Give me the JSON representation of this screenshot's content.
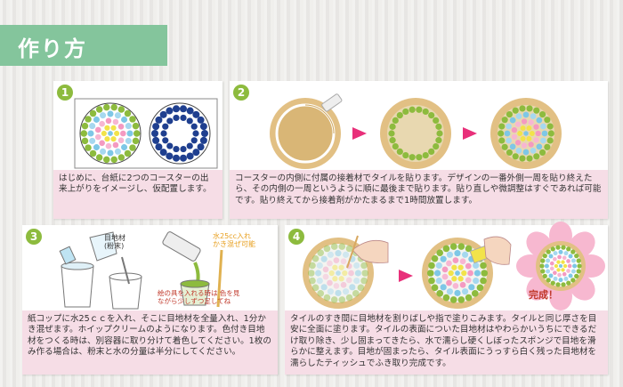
{
  "header": {
    "title": "作り方"
  },
  "steps": [
    {
      "number": "1",
      "text": "はじめに、台紙に2つのコースターの出来上がりをイメージし、仮配置します。"
    },
    {
      "number": "2",
      "text": "コースターの内側に付属の接着材でタイルを貼ります。デザインの一番外側一周を貼り終えたら、その内側の一周というように順に最後まで貼ります。貼り直しや微調整はすぐであれば可能です。貼り終えてから接着剤がかたまるまで1時間放置します。"
    },
    {
      "number": "3",
      "text": "紙コップに水25ｃｃを入れ、そこに目地材を全量入れ、1分かき混ぜます。ホイップクリームのようになります。色付き目地材をつくる時は、別容器に取り分けて着色してください。1枚のみ作る場合は、粉末と水の分量は半分にしてください。",
      "labels": {
        "powder": "目地材\n(粉末)",
        "water": "水25cc入れ\nかき混ぜ可能",
        "color": "絵の具を入れる時は\n色を見ながら少しずつ足してね"
      }
    },
    {
      "number": "4",
      "text": "タイルのすき間に目地材を割りばしや指で塗りこみます。タイルと同じ厚さを目安に全面に塗ります。タイルの表面についた目地材はやわらかいうちにできるだけ取り除き、少し固まってきたら、水で濡らし硬くしぼったスポンジで目地を滑らかに整えます。目地が固まったら、タイル表面にうっすら白く残った目地材を濡らしたティッシュでふき取り完成です。",
      "labels": {
        "done": "完成！"
      }
    }
  ],
  "colors": {
    "accent": "#84c59c",
    "badge": "#8dbb3e",
    "desc_bg": "#f6dde6",
    "arrow": "#e8307a"
  }
}
